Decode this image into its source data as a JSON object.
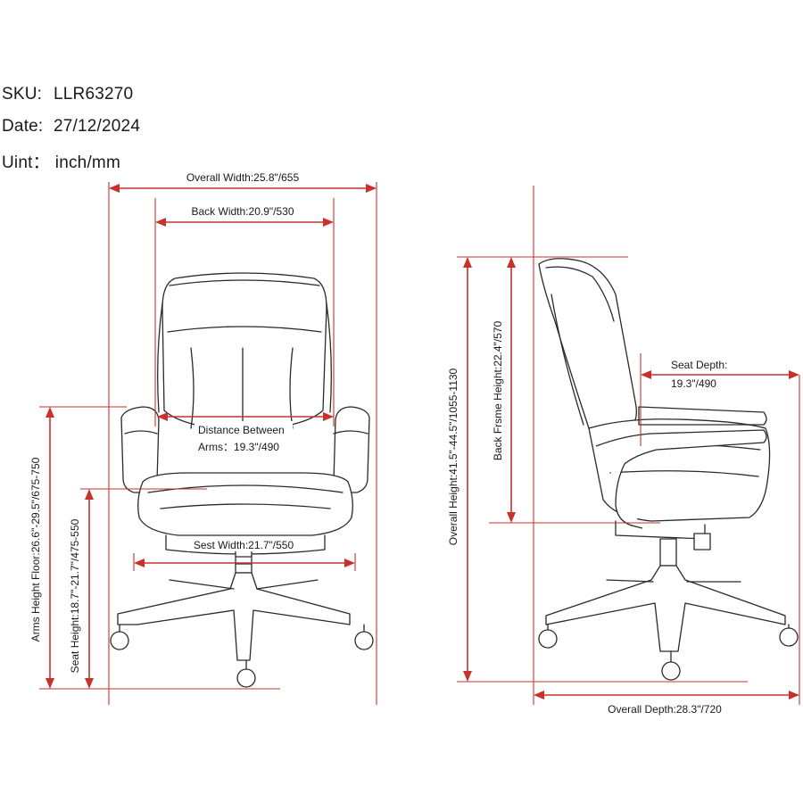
{
  "info": {
    "sku_key": "SKU:",
    "sku_value": "LLR63270",
    "date_key": "Date:",
    "date_value": "27/12/2024",
    "unit_key": "Uint：",
    "unit_value": "inch/mm"
  },
  "dimensions": {
    "overall_width": "Overall Width:25.8\"/655",
    "back_width": "Back Width:20.9\"/530",
    "distance_between_line1": "Distance Between",
    "distance_between_line2": "Arms：19.3\"/490",
    "seat_width": "Sest Width:21.7\"/550",
    "arms_height_floor": "Arms Height Floor:26.6\"-29.5\"/675-750",
    "seat_height": "Seat Height:18.7\"-21.7\"/475-550",
    "overall_height": "Overall Height:41.5\"-44.5\"/1055-1130",
    "back_frame_height": "Back Frsme Height:22.4\"/570",
    "seat_depth_line1": "Seat Depth:",
    "seat_depth_line2": "19.3\"/490",
    "overall_depth": "Overall Depth:28.3\"/720"
  },
  "colors": {
    "dimension_line": "#c8322d",
    "drawing_ink": "#2a2a2a"
  }
}
